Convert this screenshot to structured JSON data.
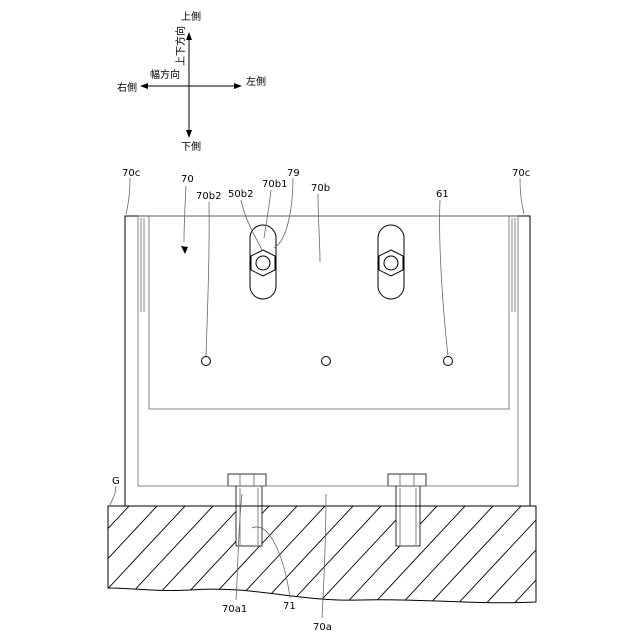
{
  "compass": {
    "up": "上側",
    "down": "下側",
    "right": "右側",
    "left": "左側",
    "vertical_axis": "上下方向",
    "width_axis": "幅方向"
  },
  "labels": {
    "l_70c_left": "70c",
    "l_70c_right": "70c",
    "l_70": "70",
    "l_70b2": "70b2",
    "l_50b2": "50b2",
    "l_70b1": "70b1",
    "l_79": "79",
    "l_70b": "70b",
    "l_61": "61",
    "l_G": "G",
    "l_70a1": "70a1",
    "l_71": "71",
    "l_70a": "70a"
  }
}
